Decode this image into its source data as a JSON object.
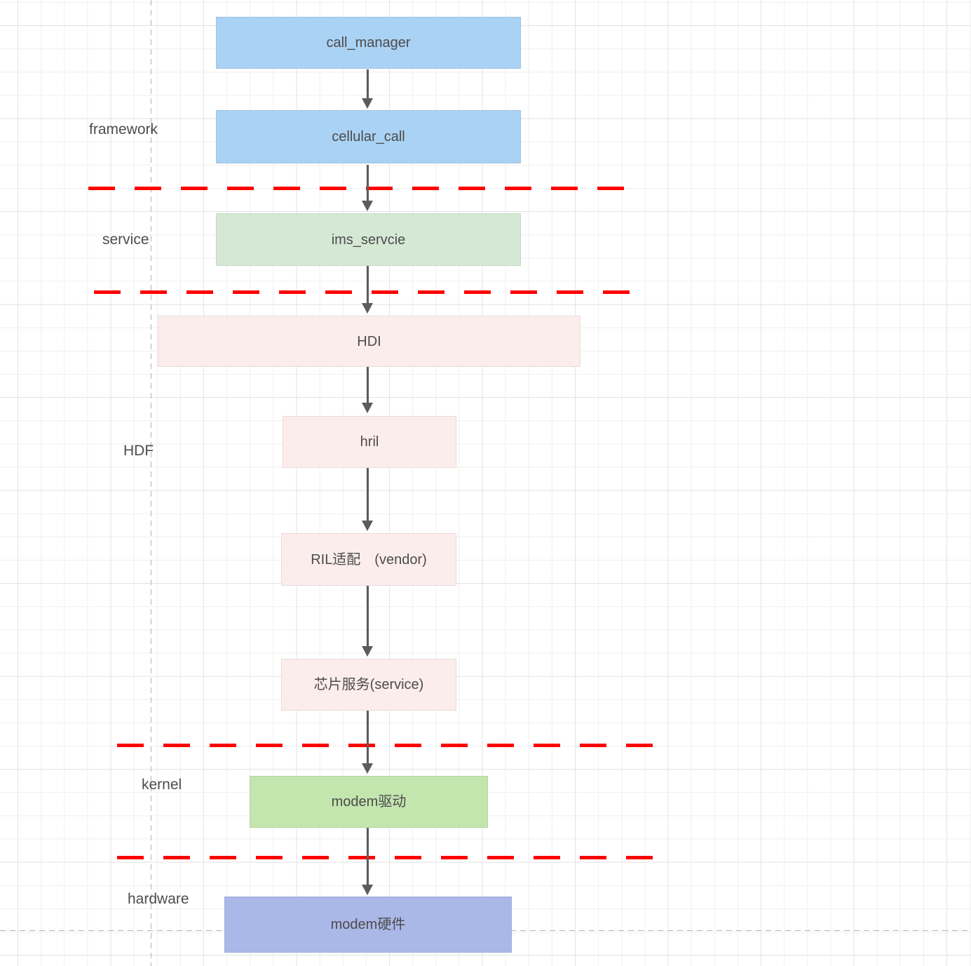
{
  "canvas": {
    "grid_minor_color": "#efefef",
    "grid_major_color": "#e3e3e3",
    "page_boundary_color": "#b5b5b5",
    "divider_color": "#fe0000",
    "arrow_color": "#5c5c5c",
    "text_color": "#4c4c4c"
  },
  "layer_labels": [
    {
      "label": "framework"
    },
    {
      "label": "service"
    },
    {
      "label": "HDF"
    },
    {
      "label": "kernel"
    },
    {
      "label": "hardware"
    }
  ],
  "nodes": [
    {
      "id": "call-manager",
      "label": "call_manager",
      "fill": "#aad2f4"
    },
    {
      "id": "cellular-call",
      "label": "cellular_call",
      "fill": "#aad2f4"
    },
    {
      "id": "ims-service",
      "label": "ims_servcie",
      "fill": "#d5e8d4"
    },
    {
      "id": "hdi",
      "label": "HDI",
      "fill": "#fbedec"
    },
    {
      "id": "hril",
      "label": "hril",
      "fill": "#fbedec"
    },
    {
      "id": "ril-vendor",
      "label": "RIL适配　(vendor)",
      "fill": "#fbedec"
    },
    {
      "id": "chip-service",
      "label": "芯片服务(service)",
      "fill": "#fbedec"
    },
    {
      "id": "modem-driver",
      "label": "modem驱动",
      "fill": "#c3e5ae"
    },
    {
      "id": "modem-hardware",
      "label": "modem硬件",
      "fill": "#aab8e8"
    }
  ]
}
